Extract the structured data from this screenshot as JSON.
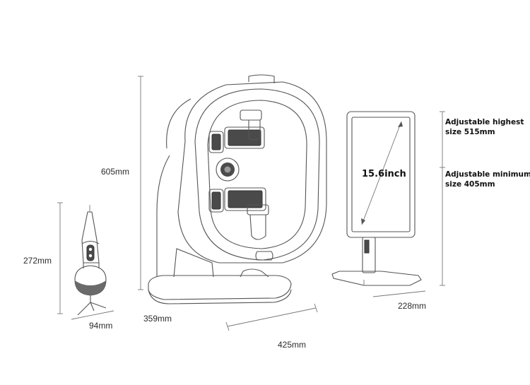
{
  "dimensions": {
    "device_height": "605mm",
    "device_depth": "359mm",
    "device_width": "425mm",
    "handheld_height": "272mm",
    "handheld_width": "94mm",
    "monitor_base": "228mm"
  },
  "monitor": {
    "screen_size": "15.6inch",
    "adjustable_highest_line1": "Adjustable highest",
    "adjustable_highest_line2": "size 515mm",
    "adjustable_minimum_line1": "Adjustable minimum",
    "adjustable_minimum_line2": "size 405mm"
  }
}
